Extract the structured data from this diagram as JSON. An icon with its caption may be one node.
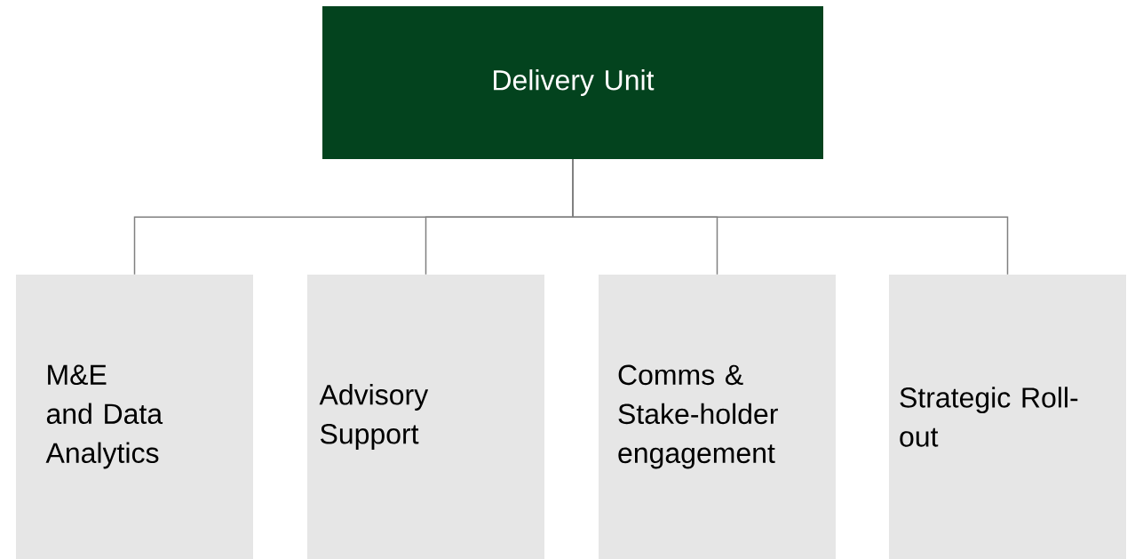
{
  "diagram": {
    "nodes": [
      {
        "text": [
          "Delivery Unit"
        ]
      },
      {
        "text": [
          "M&E and Data Analytics"
        ]
      },
      {
        "text": [
          "Advisory Support"
        ]
      },
      {
        "text": [
          "Comms & Stake-holder engagement"
        ]
      },
      {
        "text": [
          "Strategic Roll-out"
        ]
      }
    ],
    "edges": [
      {
        "from": 0,
        "to": 1,
        "arrow": "none"
      },
      {
        "from": 0,
        "to": 2,
        "arrow": "none"
      },
      {
        "from": 0,
        "to": 3,
        "arrow": "none"
      },
      {
        "from": 0,
        "to": 4,
        "arrow": "none"
      }
    ]
  }
}
